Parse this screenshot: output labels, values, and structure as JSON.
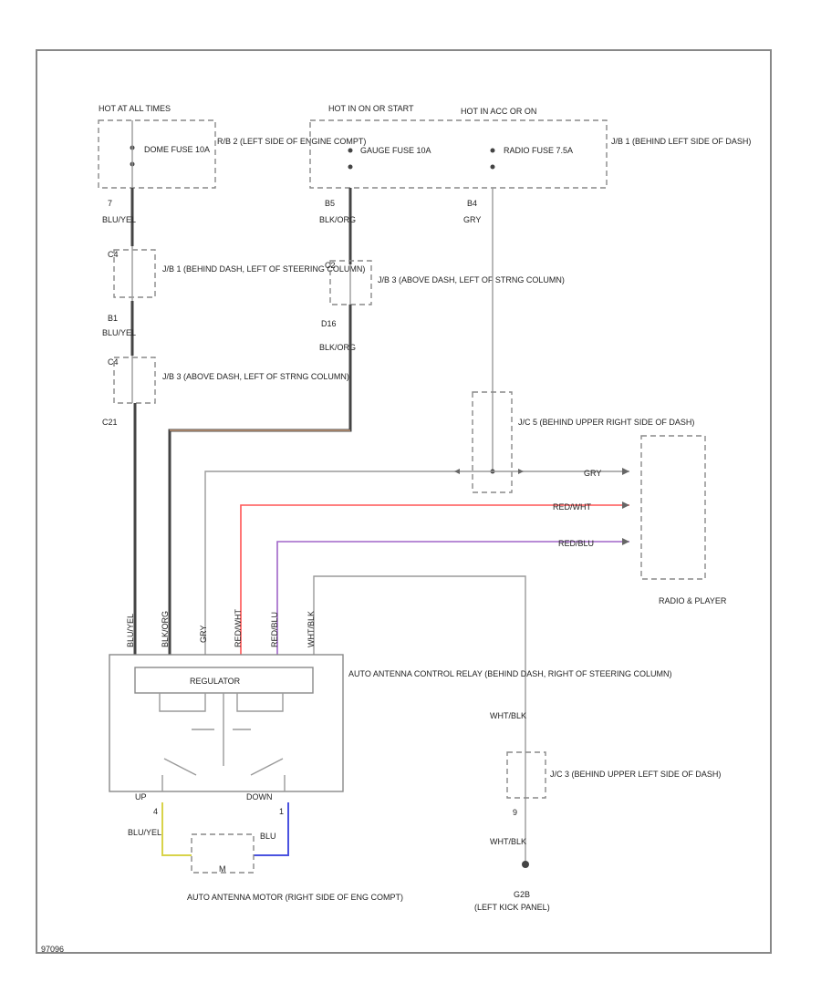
{
  "page_code": "97096",
  "fuse_left": {
    "hot_label": "HOT AT ALL TIMES",
    "fuse_name": "DOME FUSE 10A",
    "location": "R/B 2 (LEFT SIDE OF ENGINE COMPT)"
  },
  "fuse_mid": {
    "hot_label": "HOT IN ON OR START",
    "fuse_name": "GAUGE FUSE 10A"
  },
  "fuse_right": {
    "hot_label": "HOT IN ACC OR ON",
    "fuse_name": "RADIO FUSE 7.5A",
    "location": "J/B 1 (BEHIND LEFT SIDE OF DASH)"
  },
  "left_branch": {
    "pin_top": "7",
    "wire_top": "BLU/YEL",
    "conn1": "C4",
    "jb1_location": "J/B 1 (BEHIND DASH, LEFT OF STEERING COLUMN)",
    "pin_mid": "B1",
    "wire_mid": "BLU/YEL",
    "conn2": "C4",
    "jb2_location": "J/B 3 (ABOVE DASH, LEFT OF STRNG COLUMN)",
    "pin_bottom": "C21"
  },
  "mid_branch": {
    "pin_top": "B5",
    "wire_top": "BLK/ORG",
    "conn": "C2",
    "jb_location": "J/B 3 (ABOVE DASH, LEFT OF STRNG COLUMN)",
    "pin_bottom": "D16",
    "wire_bottom": "BLK/ORG"
  },
  "right_branch": {
    "pin_top": "B4",
    "wire_top": "GRY",
    "jc_location": "J/C 5 (BEHIND UPPER RIGHT SIDE OF DASH)"
  },
  "radio_wires": {
    "gry": "GRY",
    "red_wht": "RED/WHT",
    "red_blu": "RED/BLU"
  },
  "radio_player": "RADIO & PLAYER",
  "relay": {
    "label": "AUTO ANTENNA CONTROL RELAY (BEHIND DASH, RIGHT OF STEERING COLUMN)",
    "regulator": "REGULATOR",
    "pins": [
      "BLU/YEL",
      "BLK/ORG",
      "GRY",
      "RED/WHT",
      "RED/BLU",
      "WHT/BLK"
    ],
    "up": "UP",
    "down": "DOWN",
    "pin_up": "4",
    "pin_down": "1"
  },
  "motor": {
    "wire_left": "BLU/YEL",
    "wire_right": "BLU",
    "code": "M",
    "label": "AUTO ANTENNA MOTOR (RIGHT SIDE OF ENG COMPT)"
  },
  "ground": {
    "wire_top": "WHT/BLK",
    "jc_location": "J/C 3 (BEHIND UPPER LEFT SIDE OF DASH)",
    "pin": "9",
    "wire_bottom": "WHT/BLK",
    "ground_id": "G2B",
    "ground_location": "(LEFT KICK PANEL)"
  }
}
